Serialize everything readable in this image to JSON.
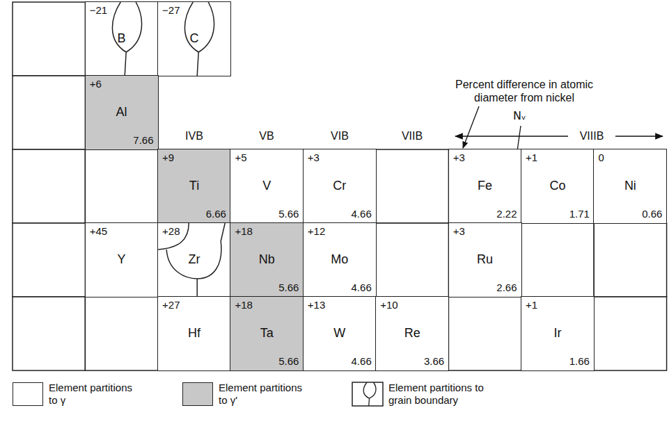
{
  "diagram": {
    "nodes": [
      {
        "text": [
          "−21",
          "B"
        ]
      },
      {
        "text": [
          "−27",
          "C"
        ]
      },
      {
        "text": [
          "+6",
          "Al",
          "7.66"
        ]
      },
      {
        "text": [
          "+9",
          "Ti",
          "6.66"
        ]
      },
      {
        "text": [
          "+5",
          "V",
          "5.66"
        ]
      },
      {
        "text": [
          "+3",
          "Cr",
          "4.66"
        ]
      },
      {
        "text": [
          "+3",
          "Fe",
          "2.22"
        ]
      },
      {
        "text": [
          "+1",
          "Co",
          "1.71"
        ]
      },
      {
        "text": [
          "0",
          "Ni",
          "0.66"
        ]
      },
      {
        "text": [
          "+45",
          "Y"
        ]
      },
      {
        "text": [
          "+28",
          "Zr"
        ]
      },
      {
        "text": [
          "+18",
          "Nb",
          "5.66"
        ]
      },
      {
        "text": [
          "+12",
          "Mo",
          "4.66"
        ]
      },
      {
        "text": [
          "+3",
          "Ru",
          "2.66"
        ]
      },
      {
        "text": [
          "+27",
          "Hf"
        ]
      },
      {
        "text": [
          "+18",
          "Ta",
          "5.66"
        ]
      },
      {
        "text": [
          "+13",
          "W",
          "4.66"
        ]
      },
      {
        "text": [
          "+10",
          "Re",
          "3.66"
        ]
      },
      {
        "text": [
          "+1",
          "Ir",
          "1.66"
        ]
      }
    ],
    "labels": [
      "Percent difference in atomic diameter from nickel",
      "Nᵥ",
      "IVB",
      "VB",
      "VIB",
      "VIIB",
      "VIIIB"
    ],
    "legend": [
      {
        "text": "Element partitions to γ",
        "color": "#ffffff"
      },
      {
        "text": "Element partitions to γ'",
        "color": "#c8c8c8"
      },
      {
        "text": "Element partitions to grain boundary"
      }
    ]
  }
}
